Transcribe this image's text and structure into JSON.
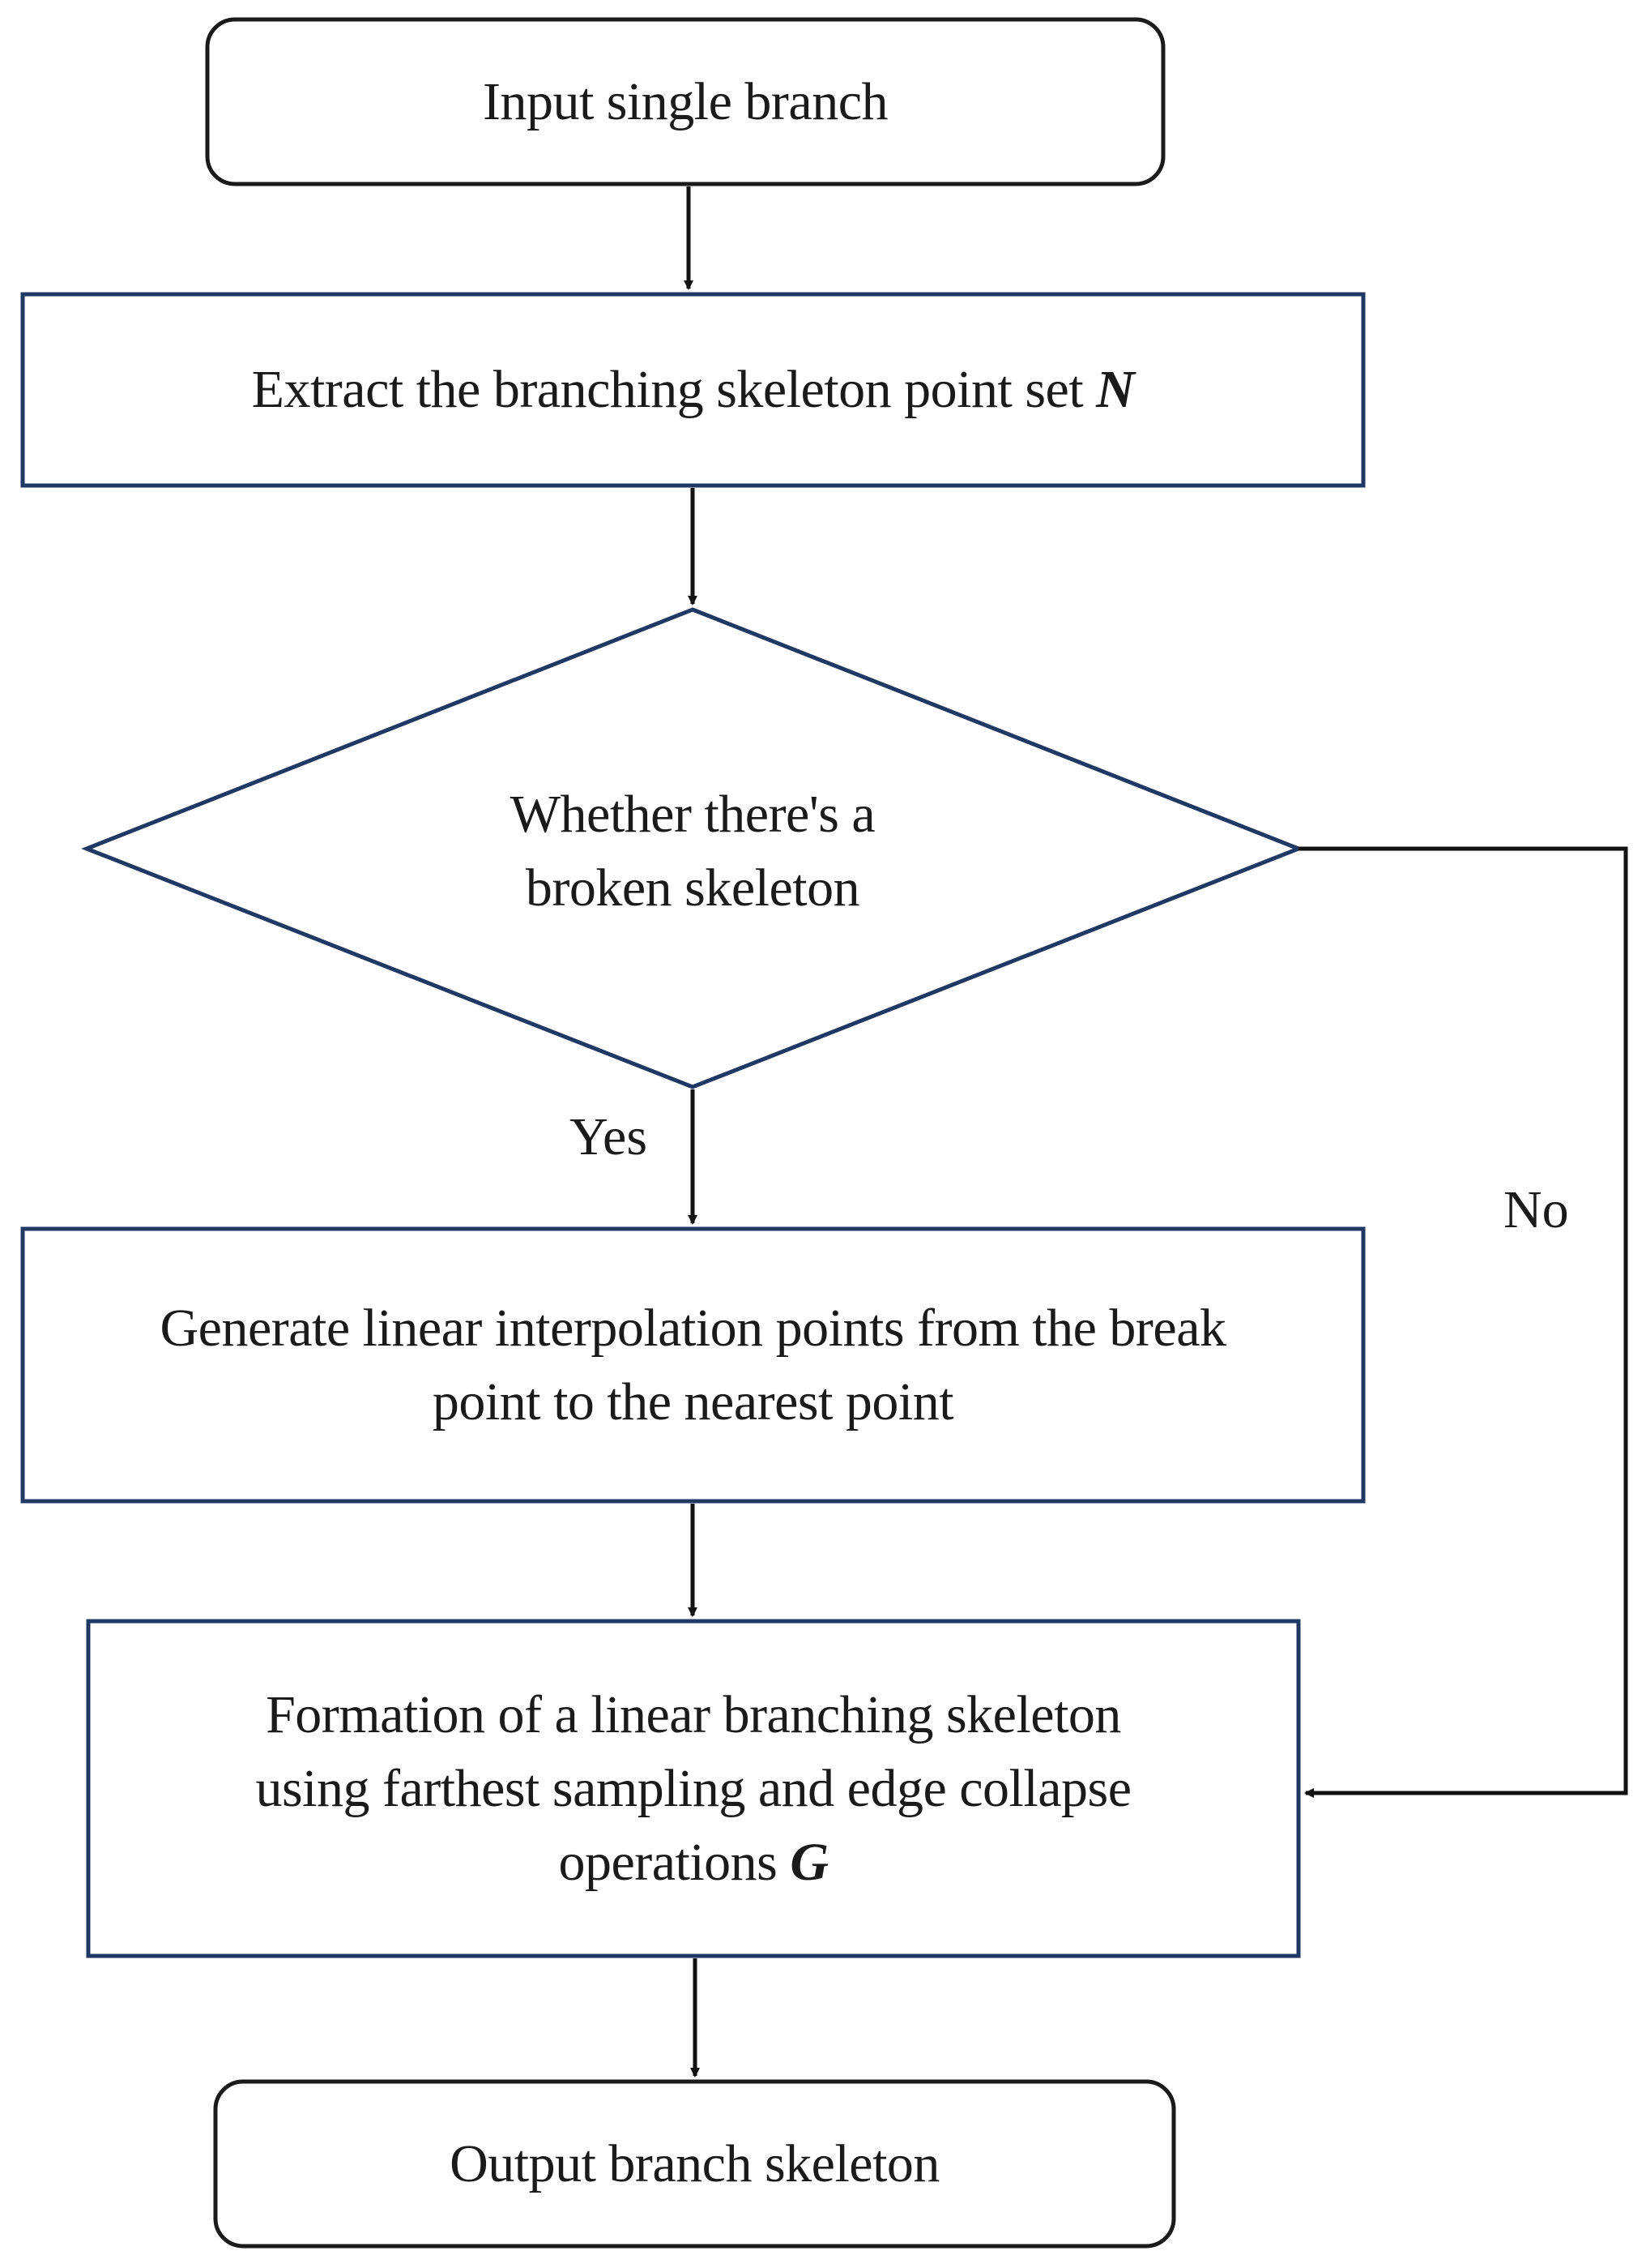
{
  "nodes": {
    "start": {
      "text": "Input single branch"
    },
    "extract": {
      "text": "Extract the branching skeleton point set ",
      "var": "N"
    },
    "decision": {
      "line1": "Whether there's a",
      "line2": "broken skeleton"
    },
    "interpolate": {
      "line1": "Generate linear interpolation points from the break",
      "line2": "point to the nearest point"
    },
    "formation": {
      "line1": "Formation of a linear branching skeleton",
      "line2": "using farthest sampling and edge collapse",
      "line3": "operations ",
      "var": "G"
    },
    "end": {
      "text": "Output branch skeleton"
    }
  },
  "edges": {
    "yes_label": "Yes",
    "no_label": "No"
  },
  "colors": {
    "terminal_border": "#1a1a1a",
    "process_border": "#1f3864",
    "arrow": "#111111"
  }
}
